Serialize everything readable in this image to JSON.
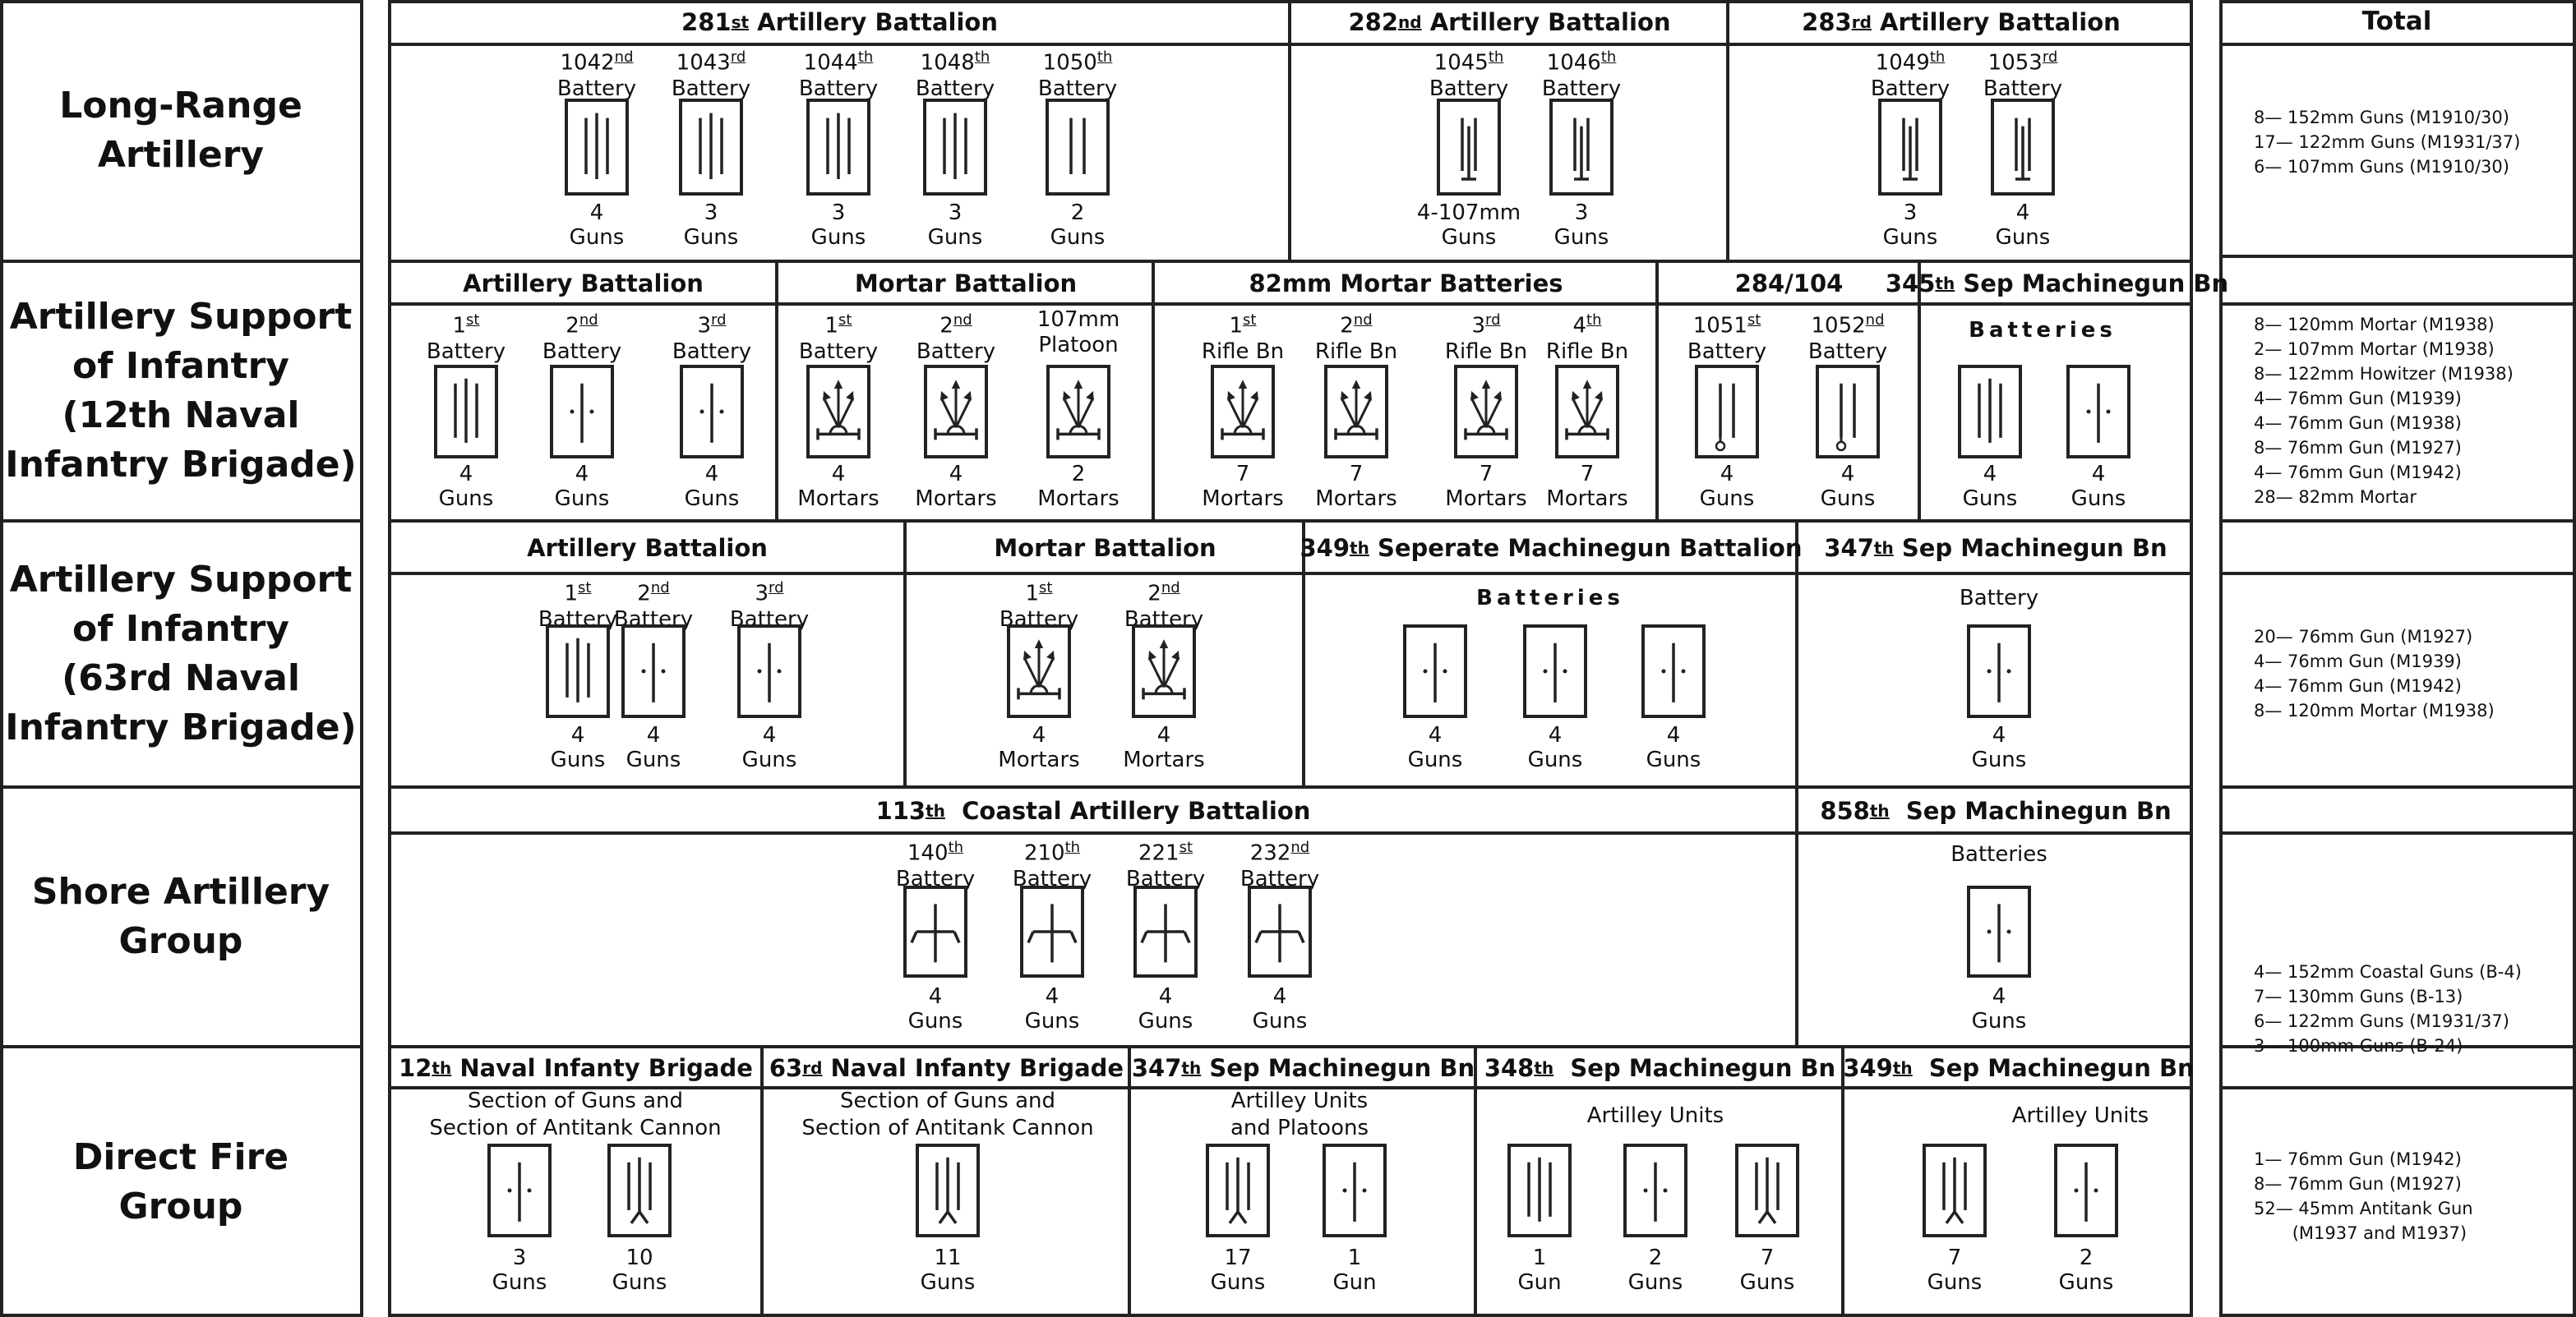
{
  "total_header": "Total",
  "rows": [
    {
      "label": "Long-Range\nArtillery",
      "headers": [
        {
          "name": "281",
          "sup": "st",
          "rest": " Artillery Battalion"
        },
        {
          "name": "282",
          "sup": "nd",
          "rest": " Artillery Battalion"
        },
        {
          "name": "283",
          "sup": "rd",
          "rest": " Artillery Battalion"
        }
      ],
      "units": [
        {
          "num": "1042",
          "sup": "nd",
          "line2": "Battery",
          "symbol": "gun3",
          "count": "4\nGuns"
        },
        {
          "num": "1043",
          "sup": "rd",
          "line2": "Battery",
          "symbol": "gun3",
          "count": "3\nGuns"
        },
        {
          "num": "1044",
          "sup": "th",
          "line2": "Battery",
          "symbol": "gun3",
          "count": "3\nGuns"
        },
        {
          "num": "1048",
          "sup": "th",
          "line2": "Battery",
          "symbol": "gun3",
          "count": "3\nGuns"
        },
        {
          "num": "1050",
          "sup": "th",
          "line2": "Battery",
          "symbol": "gun2",
          "count": "2\nGuns"
        },
        {
          "num": "1045",
          "sup": "th",
          "line2": "Battery",
          "symbol": "gun2base",
          "count": "4-107mm\nGuns"
        },
        {
          "num": "1046",
          "sup": "th",
          "line2": "Battery",
          "symbol": "gun2base",
          "count": "3\nGuns"
        },
        {
          "num": "1049",
          "sup": "th",
          "line2": "Battery",
          "symbol": "gun2base",
          "count": "3\nGuns"
        },
        {
          "num": "1053",
          "sup": "rd",
          "line2": "Battery",
          "symbol": "gun2base",
          "count": "4\nGuns"
        }
      ],
      "totals": [
        "8— 152mm Guns (M1910/30)",
        "17— 122mm Guns (M1931/37)",
        "6— 107mm Guns (M1910/30)"
      ]
    },
    {
      "label": "Artillery Support\nof Infantry\n(12th Naval\nInfantry Brigade)",
      "headers": [
        {
          "name": "Artillery Battalion",
          "sup": "",
          "rest": ""
        },
        {
          "name": "Mortar Battalion",
          "sup": "",
          "rest": ""
        },
        {
          "name": "82mm Mortar Batteries",
          "sup": "",
          "rest": ""
        },
        {
          "name": "284/104",
          "sup": "",
          "rest": ""
        },
        {
          "name": "345",
          "sup": "th",
          "rest": " Sep Machinegun Bn"
        }
      ],
      "sublabels": [
        "Batteries"
      ],
      "units": [
        {
          "num": "1",
          "sup": "st",
          "line2": "Battery",
          "symbol": "gun3",
          "count": "4\nGuns"
        },
        {
          "num": "2",
          "sup": "nd",
          "line2": "Battery",
          "symbol": "gun1dot",
          "count": "4\nGuns"
        },
        {
          "num": "3",
          "sup": "rd",
          "line2": "Battery",
          "symbol": "gun1dot",
          "count": "4\nGuns"
        },
        {
          "num": "1",
          "sup": "st",
          "line2": "Battery",
          "symbol": "mortar",
          "count": "4\nMortars"
        },
        {
          "num": "2",
          "sup": "nd",
          "line2": "Battery",
          "symbol": "mortar",
          "count": "4\nMortars"
        },
        {
          "num": "107mm",
          "sup": "",
          "line2": "Platoon",
          "symbol": "mortar",
          "count": "2\nMortars"
        },
        {
          "num": "1",
          "sup": "st",
          "line2": "Rifle Bn",
          "symbol": "mortar",
          "count": "7\nMortars"
        },
        {
          "num": "2",
          "sup": "nd",
          "line2": "Rifle Bn",
          "symbol": "mortar",
          "count": "7\nMortars"
        },
        {
          "num": "3",
          "sup": "rd",
          "line2": "Rifle Bn",
          "symbol": "mortar",
          "count": "7\nMortars"
        },
        {
          "num": "4",
          "sup": "th",
          "line2": "Rifle Bn",
          "symbol": "mortar",
          "count": "7\nMortars"
        },
        {
          "num": "1051",
          "sup": "st",
          "line2": "Battery",
          "symbol": "gun2wheel",
          "count": "4\nGuns"
        },
        {
          "num": "1052",
          "sup": "nd",
          "line2": "Battery",
          "symbol": "gun2wheel",
          "count": "4\nGuns"
        },
        {
          "num": "",
          "sup": "",
          "line2": "",
          "symbol": "gun3",
          "count": "4\nGuns"
        },
        {
          "num": "",
          "sup": "",
          "line2": "",
          "symbol": "gun1dot",
          "count": "4\nGuns"
        }
      ],
      "totals": [
        "8— 120mm Mortar (M1938)",
        "2— 107mm Mortar (M1938)",
        "8— 122mm Howitzer (M1938)",
        "4— 76mm Gun (M1939)",
        "4— 76mm Gun (M1938)",
        "8— 76mm Gun (M1927)",
        "4— 76mm Gun (M1942)",
        "28— 82mm Mortar"
      ]
    },
    {
      "label": "Artillery Support\nof Infantry\n(63rd Naval\nInfantry Brigade)",
      "headers": [
        {
          "name": "Artillery Battalion",
          "sup": "",
          "rest": ""
        },
        {
          "name": "Mortar Battalion",
          "sup": "",
          "rest": ""
        },
        {
          "name": "349",
          "sup": "th",
          "rest": " Seperate Machinegun Battalion"
        },
        {
          "name": "347",
          "sup": "th",
          "rest": " Sep Machinegun Bn"
        }
      ],
      "sublabels": [
        "Batteries",
        "Battery"
      ],
      "units": [
        {
          "num": "1",
          "sup": "st",
          "line2": "Battery",
          "symbol": "gun3",
          "count": "4\nGuns"
        },
        {
          "num": "2",
          "sup": "nd",
          "line2": "Battery",
          "symbol": "gun1dot",
          "count": "4\nGuns"
        },
        {
          "num": "3",
          "sup": "rd",
          "line2": "Battery",
          "symbol": "gun1dot",
          "count": "4\nGuns"
        },
        {
          "num": "1",
          "sup": "st",
          "line2": "Battery",
          "symbol": "mortar",
          "count": "4\nMortars"
        },
        {
          "num": "2",
          "sup": "nd",
          "line2": "Battery",
          "symbol": "mortar",
          "count": "4\nMortars"
        },
        {
          "num": "",
          "sup": "",
          "line2": "",
          "symbol": "gun1dot",
          "count": "4\nGuns"
        },
        {
          "num": "",
          "sup": "",
          "line2": "",
          "symbol": "gun1dot",
          "count": "4\nGuns"
        },
        {
          "num": "",
          "sup": "",
          "line2": "",
          "symbol": "gun1dot",
          "count": "4\nGuns"
        },
        {
          "num": "",
          "sup": "",
          "line2": "",
          "symbol": "gun1dot",
          "count": "4\nGuns"
        }
      ],
      "totals": [
        "20— 76mm Gun (M1927)",
        "4— 76mm Gun (M1939)",
        "4— 76mm Gun (M1942)",
        "8— 120mm Mortar (M1938)"
      ]
    },
    {
      "label": "Shore Artillery\nGroup",
      "headers": [
        {
          "name": "113",
          "sup": "th",
          "rest": "  Coastal Artillery Battalion"
        },
        {
          "name": "858",
          "sup": "th",
          "rest": "  Sep Machinegun Bn"
        }
      ],
      "sublabels": [
        "Batteries"
      ],
      "units": [
        {
          "num": "140",
          "sup": "th",
          "line2": "Battery",
          "symbol": "coastal",
          "count": "4\nGuns"
        },
        {
          "num": "210",
          "sup": "th",
          "line2": "Battery",
          "symbol": "coastal",
          "count": "4\nGuns"
        },
        {
          "num": "221",
          "sup": "st",
          "line2": "Battery",
          "symbol": "coastal",
          "count": "4\nGuns"
        },
        {
          "num": "232",
          "sup": "nd",
          "line2": "Battery",
          "symbol": "coastal",
          "count": "4\nGuns"
        },
        {
          "num": "",
          "sup": "",
          "line2": "",
          "symbol": "gun1dot",
          "count": "4\nGuns"
        }
      ],
      "totals": [
        "4— 152mm Coastal Guns (B-4)",
        "7— 130mm Guns (B-13)",
        "6— 122mm Guns (M1931/37)",
        "3— 100mm Guns (B-24)"
      ]
    },
    {
      "label": "Direct Fire\nGroup",
      "headers": [
        {
          "name": "12",
          "sup": "th",
          "rest": " Naval Infanty Brigade"
        },
        {
          "name": "63",
          "sup": "rd",
          "rest": " Naval Infanty Brigade"
        },
        {
          "name": "347",
          "sup": "th",
          "rest": " Sep Machinegun Bn"
        },
        {
          "name": "348",
          "sup": "th",
          "rest": "  Sep Machinegun Bn"
        },
        {
          "name": "349",
          "sup": "th",
          "rest": "  Sep Machinegun Bn"
        }
      ],
      "sublabels": [
        "Section of Guns and\nSection of Antitank Cannon",
        "Section of Guns and\nSection of Antitank Cannon",
        "Artilley Units\nand Platoons",
        "Artilley Units",
        "Artilley Units"
      ],
      "units": [
        {
          "num": "",
          "sup": "",
          "line2": "",
          "symbol": "gun1dot",
          "count": "3\nGuns"
        },
        {
          "num": "",
          "sup": "",
          "line2": "",
          "symbol": "antitank",
          "count": "10\nGuns"
        },
        {
          "num": "",
          "sup": "",
          "line2": "",
          "symbol": "antitank",
          "count": "11\nGuns"
        },
        {
          "num": "",
          "sup": "",
          "line2": "",
          "symbol": "antitank",
          "count": "17\nGuns"
        },
        {
          "num": "",
          "sup": "",
          "line2": "",
          "symbol": "gun1dot",
          "count": "1\nGun"
        },
        {
          "num": "",
          "sup": "",
          "line2": "",
          "symbol": "gun3",
          "count": "1\nGun"
        },
        {
          "num": "",
          "sup": "",
          "line2": "",
          "symbol": "gun1dot",
          "count": "2\nGuns"
        },
        {
          "num": "",
          "sup": "",
          "line2": "",
          "symbol": "antitank",
          "count": "7\nGuns"
        },
        {
          "num": "",
          "sup": "",
          "line2": "",
          "symbol": "antitank",
          "count": "7\nGuns"
        },
        {
          "num": "",
          "sup": "",
          "line2": "",
          "symbol": "gun1dot",
          "count": "2\nGuns"
        }
      ],
      "totals": [
        "1— 76mm Gun (M1942)",
        "8— 76mm Gun (M1927)",
        "52— 45mm Antitank Gun\n       (M1937 and M1937)"
      ]
    }
  ]
}
